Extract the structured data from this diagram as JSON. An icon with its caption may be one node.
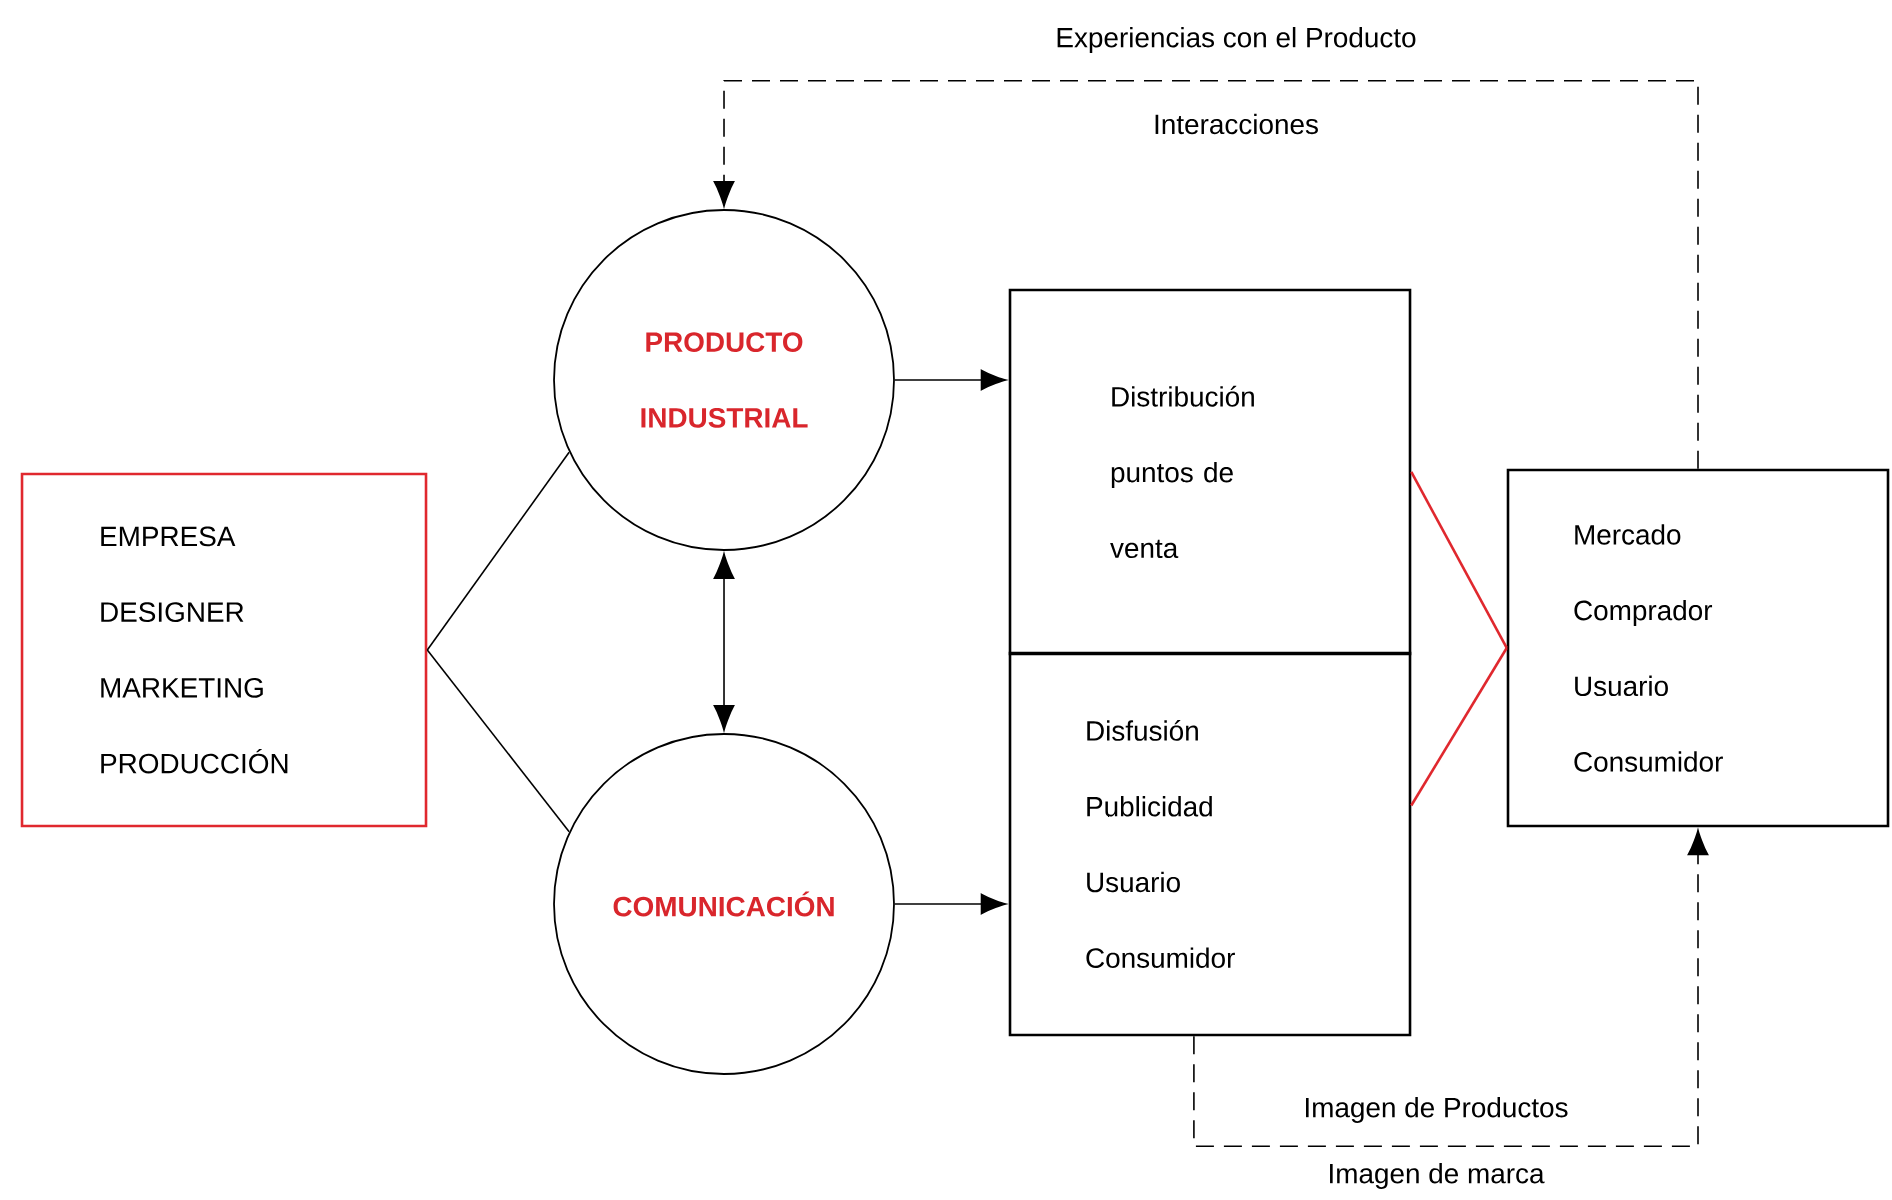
{
  "diagram": {
    "nodes": [
      {
        "text": [
          "EMPRESA",
          "DESIGNER",
          "MARKETING",
          "PRODUCCIÓN"
        ]
      },
      {
        "text": [
          "PRODUCTO INDUSTRIAL"
        ]
      },
      {
        "text": [
          "COMUNICACIÓN"
        ]
      },
      {
        "text": [
          "Distribución puntos de venta"
        ]
      },
      {
        "text": [
          "Disfusión",
          "Publicidad",
          "Usuario",
          "Consumidor"
        ]
      },
      {
        "text": [
          "Mercado",
          "Comprador",
          "Usuario",
          "Consumidor"
        ]
      }
    ],
    "edges": [
      {
        "from": 0,
        "to": 1,
        "arrow": "none"
      },
      {
        "from": 0,
        "to": 2,
        "arrow": "none"
      },
      {
        "from": 1,
        "to": 2,
        "arrow": "both"
      },
      {
        "from": 1,
        "to": 3,
        "arrow": "to"
      },
      {
        "from": 2,
        "to": 4,
        "arrow": "to"
      },
      {
        "from": 3,
        "to": 5,
        "arrow": "none",
        "color": "#e0282e"
      },
      {
        "from": 4,
        "to": 5,
        "arrow": "none",
        "color": "#e0282e"
      },
      {
        "from": 5,
        "to": 1,
        "arrow": "to",
        "style": "dashed",
        "label": "Experiencias con el Producto"
      },
      {
        "from": 4,
        "to": 5,
        "arrow": "to",
        "style": "dashed",
        "label": "Imagen de Productos"
      }
    ],
    "labels": [
      "Interacciones",
      "Imagen de marca"
    ]
  }
}
